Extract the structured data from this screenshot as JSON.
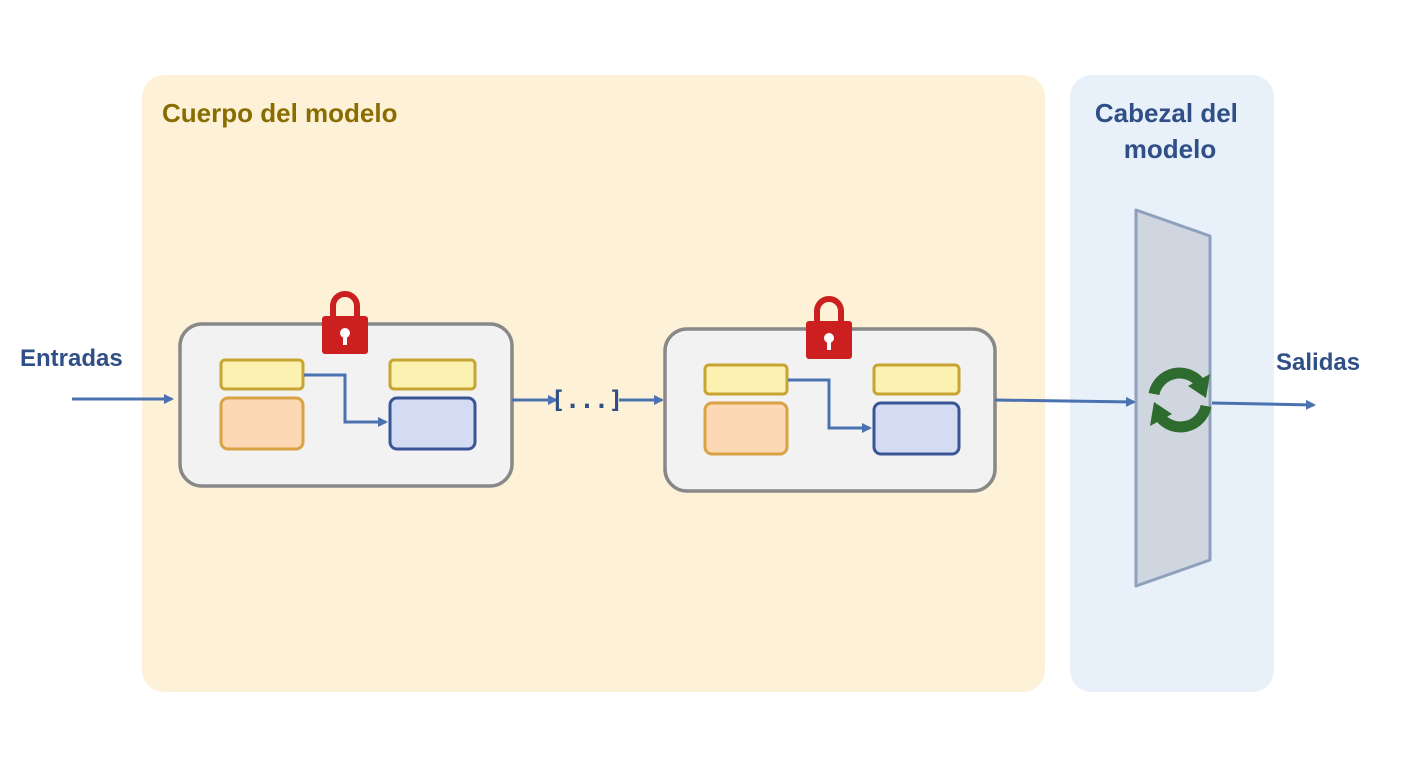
{
  "diagram": {
    "body_title": "Cuerpo del modelo",
    "head_title_line1": "Cabezal del",
    "head_title_line2": "modelo",
    "input_label": "Entradas",
    "output_label": "Salidas",
    "ellipsis": "[...]"
  },
  "colors": {
    "body_panel": "#fdf1d8",
    "head_panel": "#e8f0fa",
    "body_title": "#8a6d00",
    "head_title": "#2f4f86",
    "arrow": "#4a72b0",
    "block_fill": "#f2f2f2",
    "block_stroke": "#888888",
    "yellow_fill": "#fbf1b0",
    "yellow_stroke": "#c8a530",
    "orange_fill": "#fcd8b4",
    "orange_stroke": "#d9a244",
    "blue_fill": "#d4dcf3",
    "blue_stroke": "#3a5596",
    "lock": "#cc1f1f",
    "refresh": "#2e6b2e",
    "head_layer_fill": "#cfd6e0",
    "head_layer_stroke": "#8fa0bc"
  }
}
